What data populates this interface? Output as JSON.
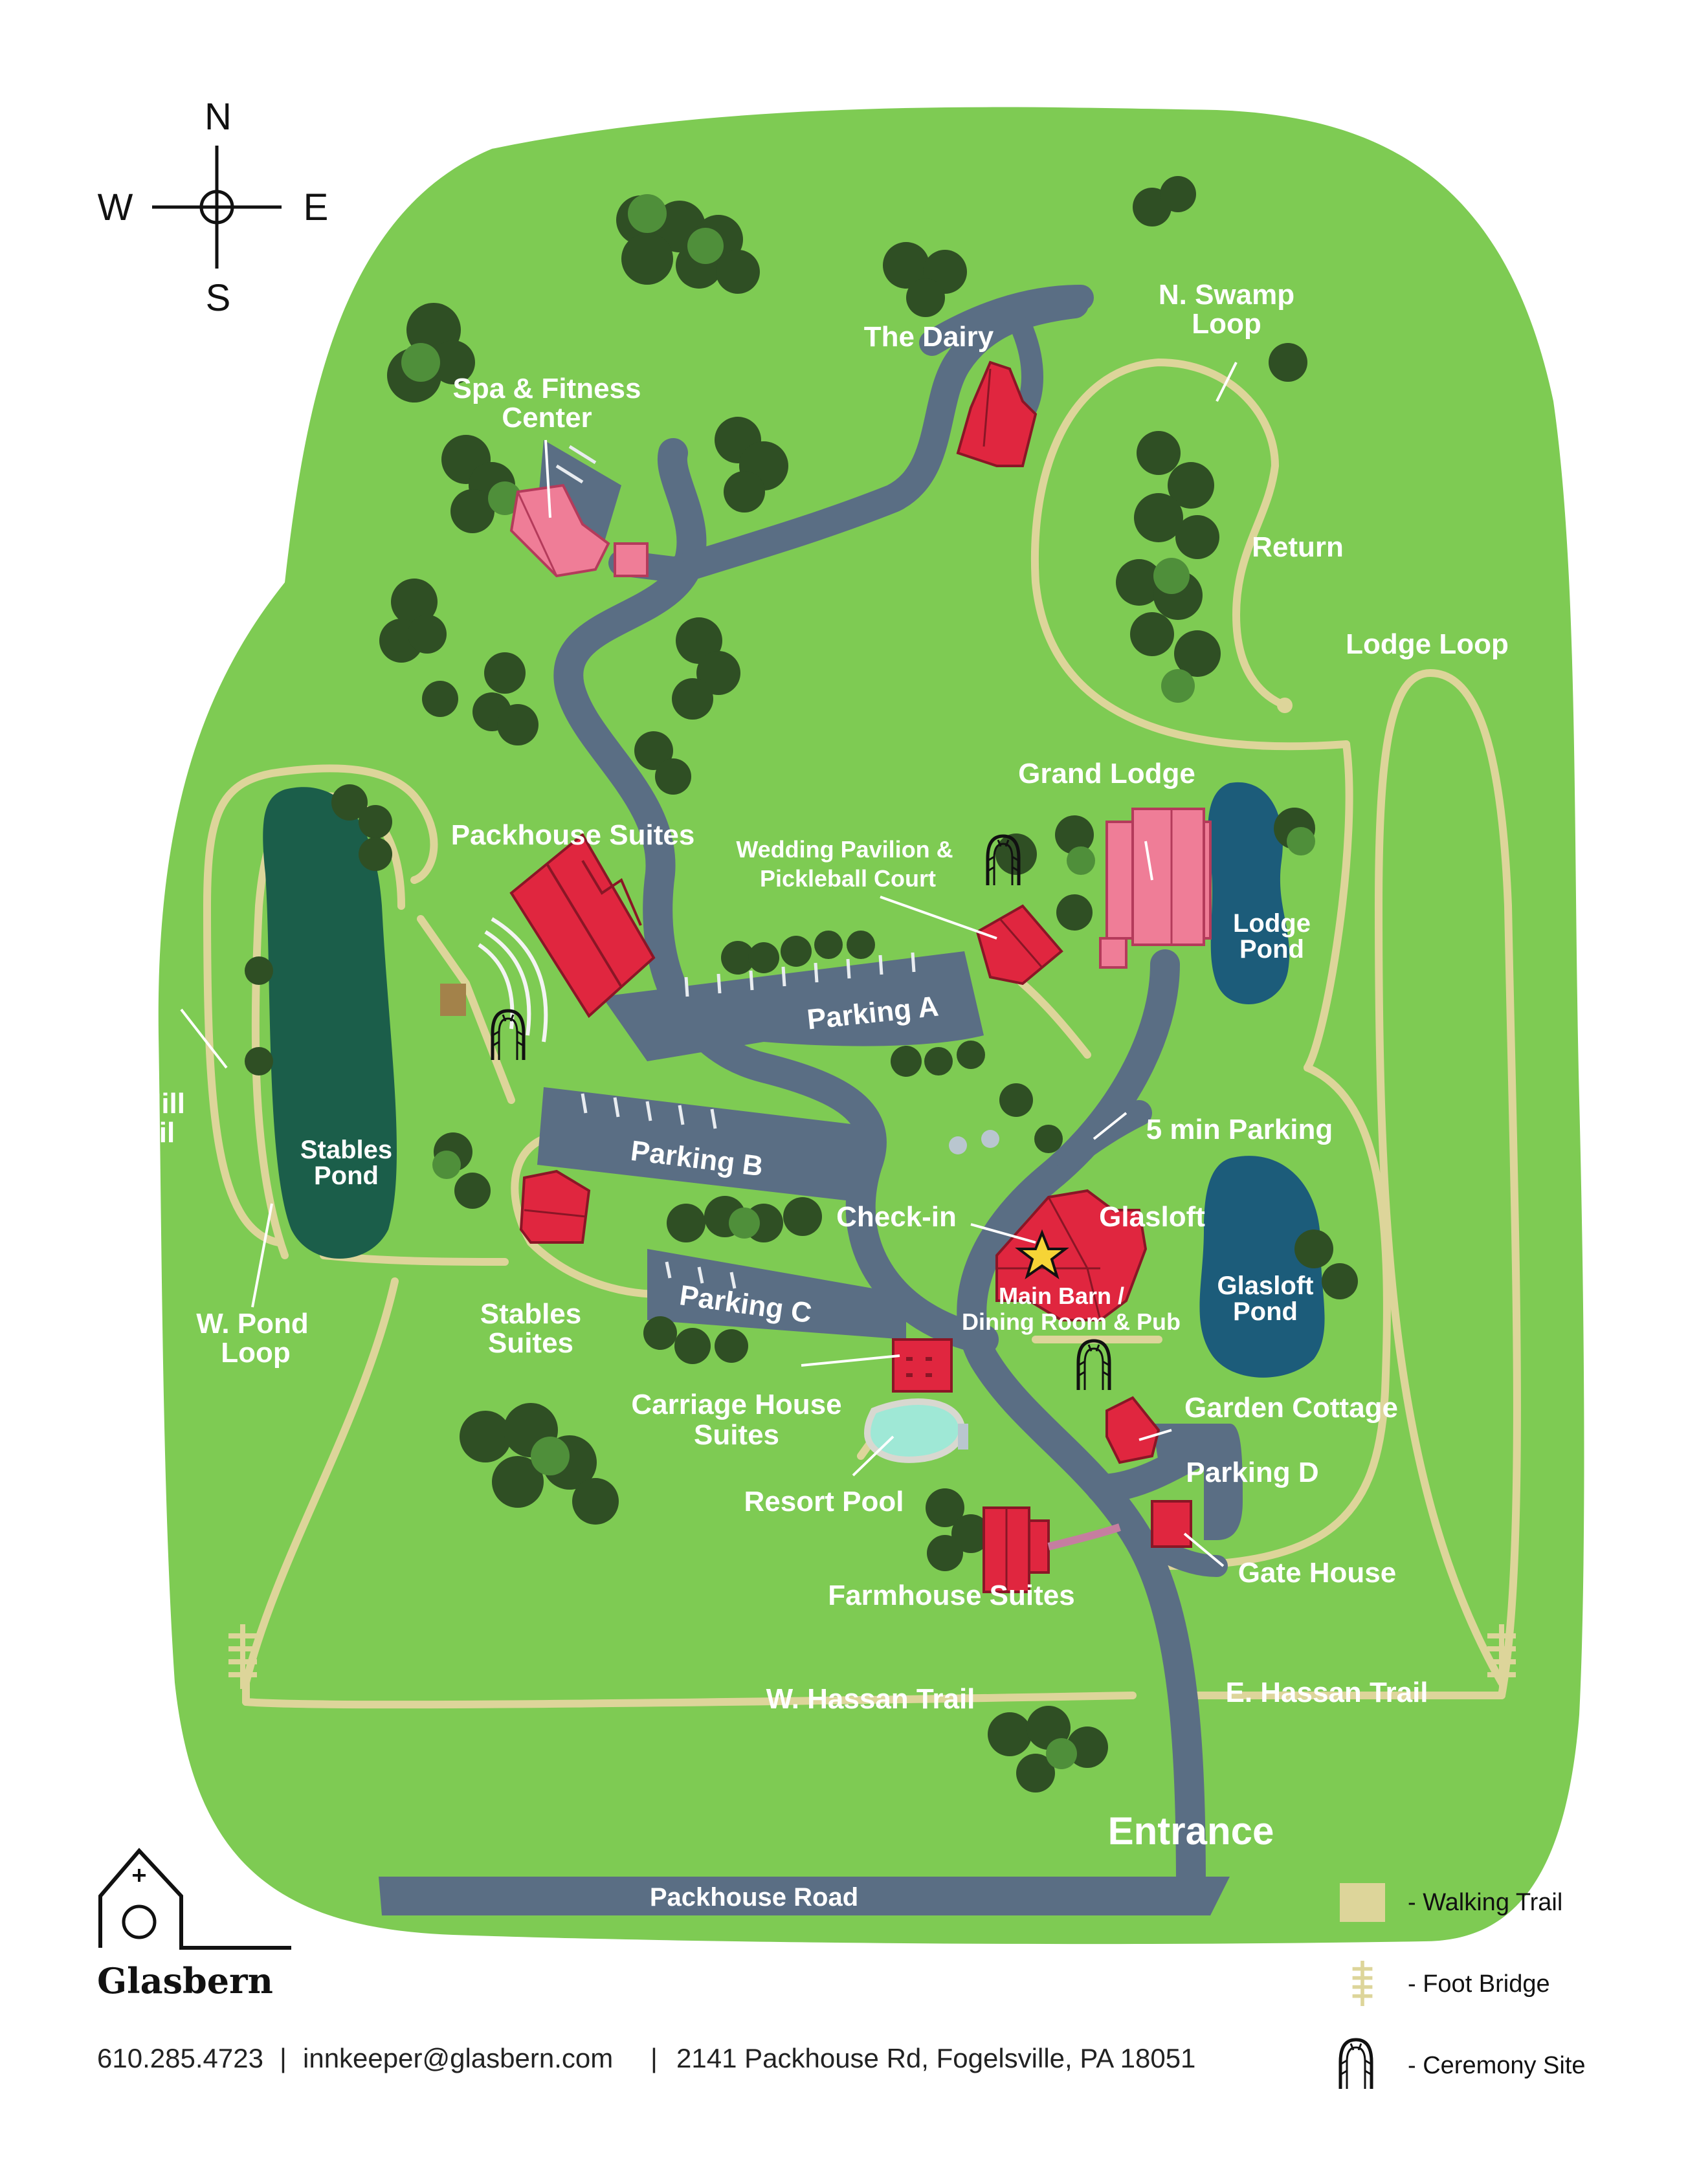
{
  "compass": {
    "north": "N",
    "south": "S",
    "east": "E",
    "west": "W"
  },
  "roads": {
    "packhouse_road": "Packhouse Road",
    "entrance": "Entrance"
  },
  "places": {
    "the_dairy": "The Dairy",
    "n_swamp_loop_1": "N. Swamp",
    "n_swamp_loop_2": "Loop",
    "spa_1": "Spa & Fitness",
    "spa_2": "Center",
    "return": "Return",
    "lodge_loop": "Lodge Loop",
    "grand_lodge": "Grand Lodge",
    "packhouse_suites": "Packhouse Suites",
    "wedding_1": "Wedding Pavilion &",
    "wedding_2": "Pickleball Court",
    "lodge_pond_1": "Lodge",
    "lodge_pond_2": "Pond",
    "parking_a": "Parking A",
    "parking_b": "Parking B",
    "parking_c": "Parking C",
    "parking_d": "Parking D",
    "five_min_parking": "5 min Parking",
    "w_hill_1": "W. Hill",
    "w_hill_2": "Trail",
    "stables_pond_1": "Stables",
    "stables_pond_2": "Pond",
    "check_in": "Check-in",
    "glasloft": "Glasloft",
    "glasloft_pond_1": "Glasloft",
    "glasloft_pond_2": "Pond",
    "main_barn_1": "Main Barn /",
    "main_barn_2": "Dining Room & Pub",
    "w_pond_1": "W. Pond",
    "w_pond_2": "Loop",
    "stables_suites_1": "Stables",
    "stables_suites_2": "Suites",
    "carriage_1": "Carriage House",
    "carriage_2": "Suites",
    "garden_cottage": "Garden Cottage",
    "resort_pool": "Resort Pool",
    "gate_house": "Gate House",
    "farmhouse_suites": "Farmhouse Suites",
    "w_hassan": "W. Hassan Trail",
    "e_hassan": "E. Hassan Trail"
  },
  "legend": {
    "walking_trail": "- Walking Trail",
    "foot_bridge": "- Foot Bridge",
    "ceremony_site": "- Ceremony Site"
  },
  "logo": {
    "name": "Glasbern"
  },
  "footer": {
    "phone": "610.285.4723",
    "email": "innkeeper@glasbern.com",
    "address": "2141 Packhouse Rd, Fogelsville, PA 18051",
    "sep": "|"
  },
  "colors": {
    "grass": "#7ecb53",
    "road": "#5a6e84",
    "trail": "#ddd59a",
    "pond_dark": "#1b5e4a",
    "pond_blue": "#1c5c7a",
    "building_red": "#e0263f",
    "building_pink": "#ef7d97",
    "tree_dark": "#2f4f24",
    "pool": "#9fe8d6"
  }
}
